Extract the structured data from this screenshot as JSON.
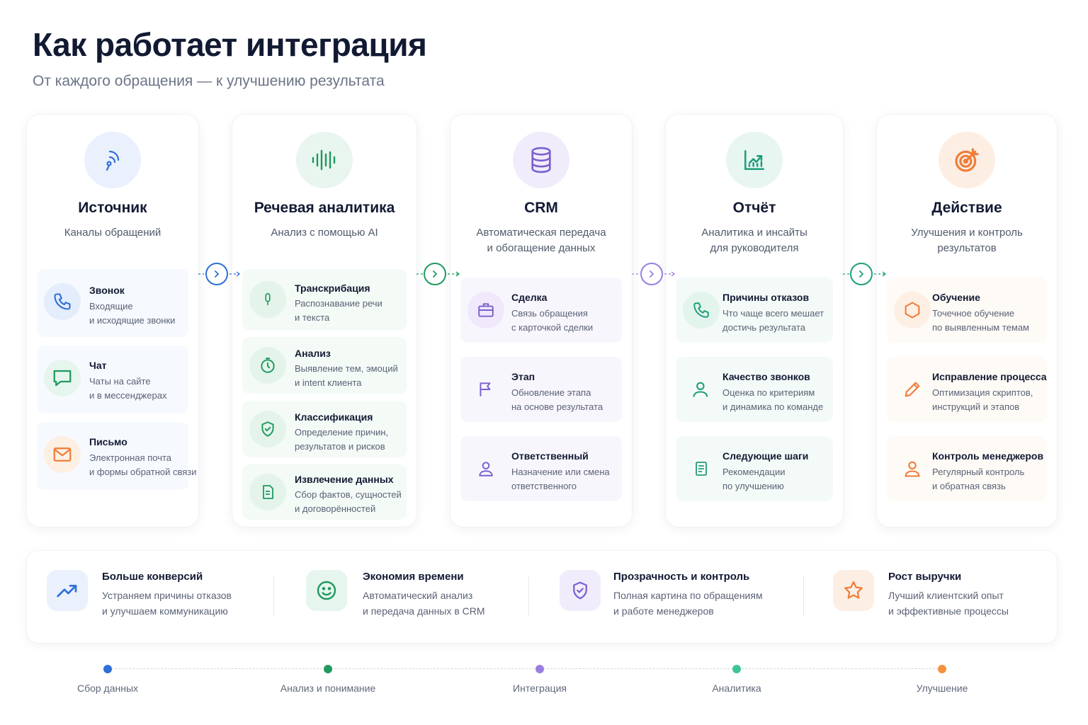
{
  "header": {
    "title": "Как работает интеграция",
    "subtitle": "От каждого обращения — к улучшению результата"
  },
  "columns": [
    {
      "title": "Источник",
      "subtitle": "Каналы обращений",
      "accent": "#2f6fd8",
      "items": [
        {
          "title": "Звонок",
          "desc1": "Входящие",
          "desc2": "и исходящие звонки"
        },
        {
          "title": "Чат",
          "desc1": "Чаты на сайте",
          "desc2": "и в мессенджерах"
        },
        {
          "title": "Письмо",
          "desc1": "Электронная почта",
          "desc2": "и формы обратной связи"
        }
      ]
    },
    {
      "title": "Речевая аналитика",
      "subtitle": "Анализ с помощью AI",
      "accent": "#1f9a5f",
      "items": [
        {
          "title": "Транскрибация",
          "desc1": "Распознавание речи",
          "desc2": "и текста"
        },
        {
          "title": "Анализ",
          "desc1": "Выявление тем, эмоций",
          "desc2": "и intent клиента"
        },
        {
          "title": "Классификация",
          "desc1": "Определение причин,",
          "desc2": "результатов и рисков"
        },
        {
          "title": "Извлечение данных",
          "desc1": "Сбор фактов, сущностей",
          "desc2": "и договорённостей"
        }
      ]
    },
    {
      "title": "CRM",
      "subtitle1": "Автоматическая передача",
      "subtitle2": "и обогащение данных",
      "accent": "#7b5fd0",
      "items": [
        {
          "title": "Сделка",
          "desc1": "Связь обращения",
          "desc2": "с карточкой сделки"
        },
        {
          "title": "Этап",
          "desc1": "Обновление этапа",
          "desc2": "на основе результата"
        },
        {
          "title": "Ответственный",
          "desc1": "Назначение или смена",
          "desc2": "ответственного"
        }
      ]
    },
    {
      "title": "Отчёт",
      "subtitle1": "Аналитика и инсайты",
      "subtitle2": "для руководителя",
      "accent": "#1e9e7c",
      "items": [
        {
          "title": "Причины отказов",
          "desc1": "Что чаще всего мешает",
          "desc2": "достичь результата"
        },
        {
          "title": "Качество звонков",
          "desc1": "Оценка по критериям",
          "desc2": "и динамика по команде"
        },
        {
          "title": "Следующие шаги",
          "desc1": "Рекомендации",
          "desc2": "по улучшению"
        }
      ]
    },
    {
      "title": "Действие",
      "subtitle1": "Улучшения и контроль",
      "subtitle2": "результатов",
      "accent": "#ef7d3a",
      "items": [
        {
          "title": "Обучение",
          "desc1": "Точечное обучение",
          "desc2": "по выявленным темам"
        },
        {
          "title": "Исправление процесса",
          "desc1": "Оптимизация скриптов,",
          "desc2": "инструкций и этапов"
        },
        {
          "title": "Контроль менеджеров",
          "desc1": "Регулярный контроль",
          "desc2": "и обратная связь"
        }
      ]
    }
  ],
  "benefits": [
    {
      "title": "Больше конверсий",
      "desc1": "Устраняем причины отказов",
      "desc2": "и улучшаем коммуникацию"
    },
    {
      "title": "Экономия времени",
      "desc1": "Автоматический анализ",
      "desc2": "и передача данных в CRM"
    },
    {
      "title": "Прозрачность и контроль",
      "desc1": "Полная картина по обращениям",
      "desc2": "и работе менеджеров"
    },
    {
      "title": "Рост выручки",
      "desc1": "Лучший клиентский опыт",
      "desc2": "и эффективные процессы"
    }
  ],
  "timeline": [
    {
      "label": "Сбор данных",
      "color": "#2f6fd8"
    },
    {
      "label": "Анализ и понимание",
      "color": "#1f9a5f"
    },
    {
      "label": "Интеграция",
      "color": "#9a7ee0"
    },
    {
      "label": "Аналитика",
      "color": "#3fc49a"
    },
    {
      "label": "Улучшение",
      "color": "#f5923e"
    }
  ]
}
